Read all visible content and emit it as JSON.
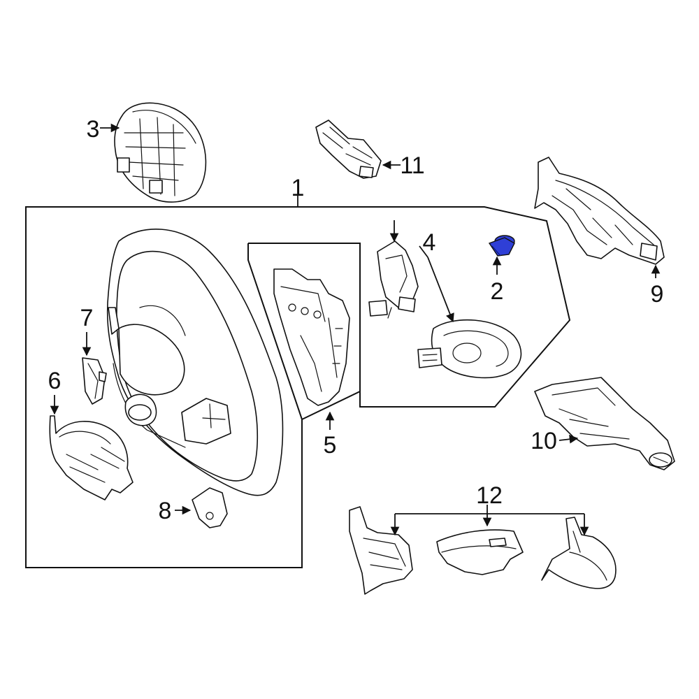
{
  "diagram": {
    "labels": {
      "n1": "1",
      "n2": "2",
      "n3": "3",
      "n4": "4",
      "n5": "5",
      "n6": "6",
      "n7": "7",
      "n8": "8",
      "n9": "9",
      "n10": "10",
      "n11": "11",
      "n12": "12"
    },
    "colors": {
      "highlight": "#2f3fd6",
      "line": "#111111",
      "background": "#ffffff"
    }
  }
}
